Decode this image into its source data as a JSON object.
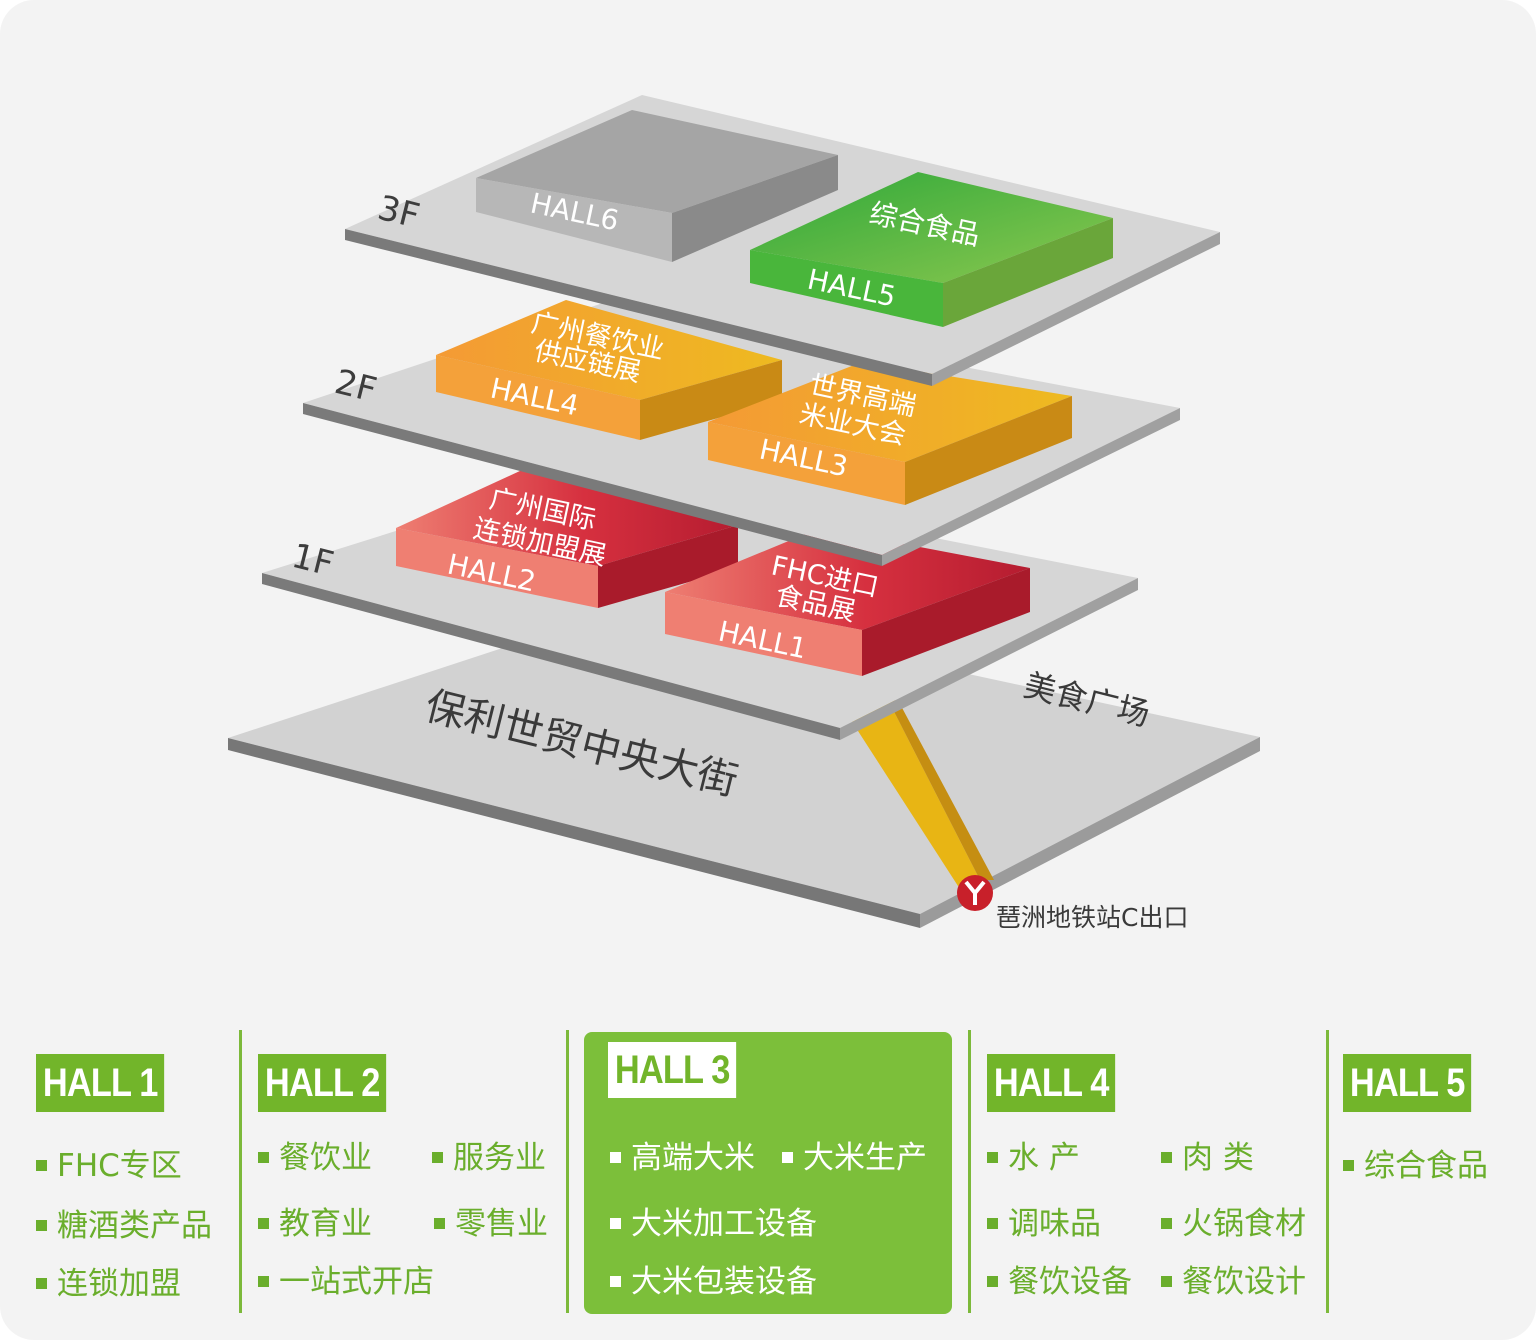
{
  "map": {
    "floors": {
      "f3": "3F",
      "f2": "2F",
      "f1": "1F"
    },
    "halls": {
      "hall6": {
        "code": "HALL6",
        "name": ""
      },
      "hall5": {
        "code": "HALL5",
        "name": "综合食品"
      },
      "hall4": {
        "code": "HALL4",
        "name_line1": "广州餐饮业",
        "name_line2": "供应链展"
      },
      "hall3": {
        "code": "HALL3",
        "name_line1": "世界高端",
        "name_line2": "米业大会"
      },
      "hall2": {
        "code": "HALL2",
        "name_line1": "广州国际",
        "name_line2": "连锁加盟展"
      },
      "hall1": {
        "code": "HALL1",
        "name_line1": "FHC进口",
        "name_line2": "食品展"
      }
    },
    "street": "保利世贸中央大街",
    "food_plaza": "美食广场",
    "metro_exit": "琶洲地铁站C出口",
    "colors": {
      "hall6": "#a0a0a0",
      "hall5": "#5dbb3a",
      "hall4_hall3": "#f0a330",
      "hall2_hall1": "#d8303e",
      "path": "#e8b514",
      "metro": "#c8202a"
    }
  },
  "legend": [
    {
      "title": "HALL 1",
      "items": [
        "FHC专区",
        "糖酒类产品",
        "连锁加盟"
      ]
    },
    {
      "title": "HALL 2",
      "items": [
        "餐饮业",
        "服务业",
        "教育业",
        "零售业",
        "一站式开店"
      ]
    },
    {
      "title": "HALL 3",
      "items": [
        "高端大米",
        "大米生产",
        "大米加工设备",
        "大米包装设备"
      ]
    },
    {
      "title": "HALL 4",
      "items": [
        "水 产",
        "肉 类",
        "调味品",
        "火锅食材",
        "餐饮设备",
        "餐饮设计"
      ]
    },
    {
      "title": "HALL 5",
      "items": [
        "综合食品"
      ]
    }
  ]
}
